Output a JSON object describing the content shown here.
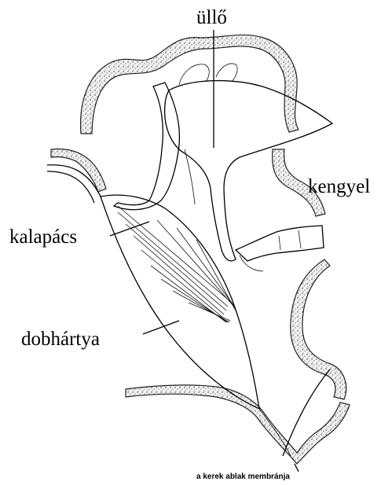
{
  "labels": {
    "incus": "üllő",
    "stapes": "kengyel",
    "malleus": "kalapács",
    "eardrum": "dobhártya",
    "round_window": "a kerek ablak membránja"
  }
}
